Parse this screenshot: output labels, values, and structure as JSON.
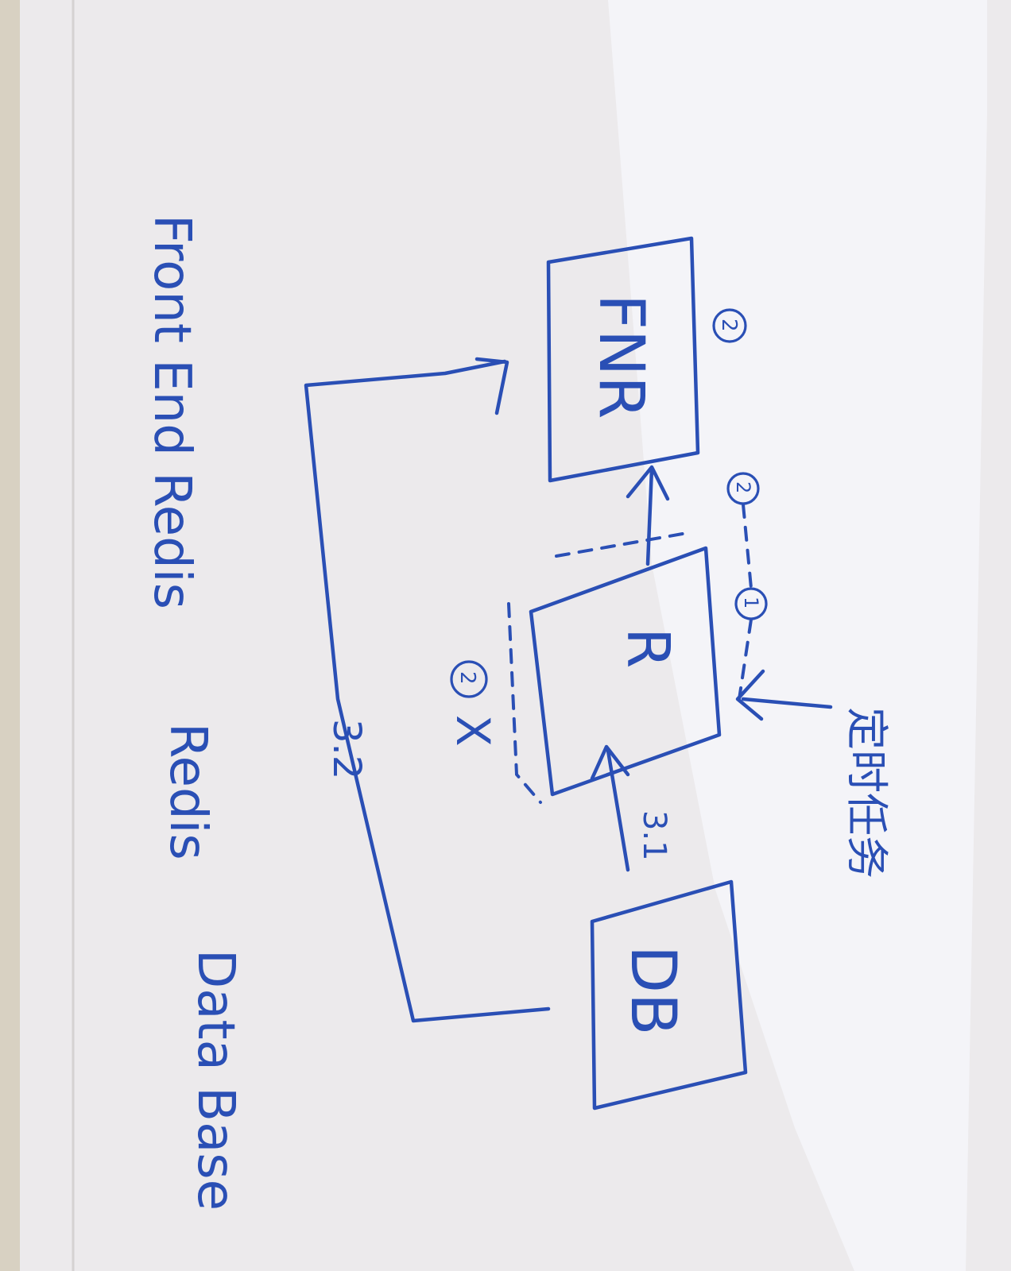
{
  "labels": {
    "top_right": "定时任务",
    "frontend_box": "FNR",
    "redis_box": "R",
    "db_box": "DB",
    "caption_frontend": "Front End Redis",
    "caption_redis": "Redis",
    "caption_db": "Data Base",
    "step_top": "2",
    "step_2": "2",
    "step_1": "1",
    "step_circle_left": "2",
    "step_31": "3.1",
    "step_32": "3.2",
    "cross": "X"
  },
  "colors": {
    "ink": "#2a4fb5",
    "paper": "#eceaec",
    "sheet": "#f3f3f7",
    "table": "#d8d1c2"
  }
}
